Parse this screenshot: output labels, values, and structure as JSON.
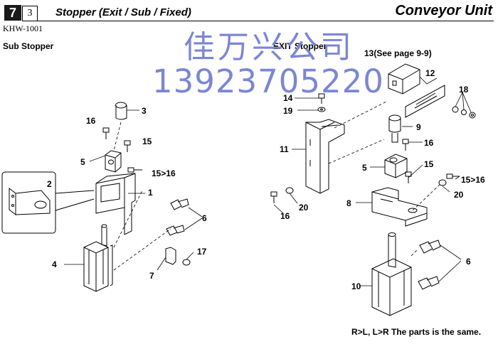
{
  "header": {
    "chapter": "7",
    "page": "3",
    "title": "Stopper (Exit / Sub / Fixed)",
    "unit": "Conveyor Unit",
    "model": "KHW-1001"
  },
  "sections": {
    "left": "Sub Stopper",
    "right": "EXIT Stopper"
  },
  "watermark": {
    "company": "佳万兴公司",
    "phone": "13923705220"
  },
  "callouts": {
    "l3": "3",
    "l16": "16",
    "l15": "15",
    "l5": "5",
    "l15to16": "15>16",
    "l2": "2",
    "l1": "1",
    "l6": "6",
    "l17": "17",
    "l4": "4",
    "l7": "7",
    "r13": "13(See page 9-9)",
    "r12": "12",
    "r18": "18",
    "r14": "14",
    "r19": "19",
    "r11": "11",
    "r9": "9",
    "r16a": "16",
    "r5": "5",
    "r15": "15",
    "r15to16": "15>16",
    "r20a": "20",
    "r20b": "20",
    "r16b": "16",
    "r8": "8",
    "r6": "6",
    "r10": "10"
  },
  "footnote": "R>L, L>R The parts is the same.",
  "colors": {
    "watermark": "#7b86d6",
    "ink": "#000000"
  }
}
